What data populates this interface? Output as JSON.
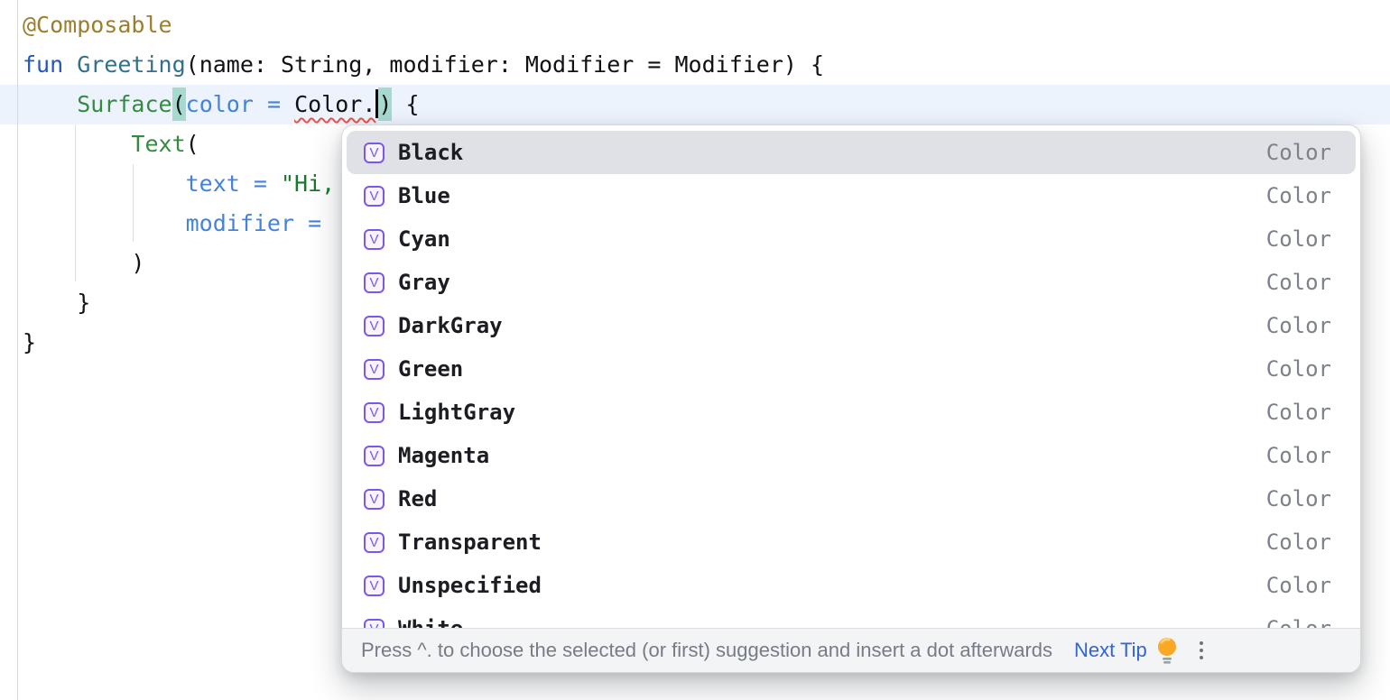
{
  "editor": {
    "current_line_index": 2,
    "lines": [
      {
        "segments": [
          {
            "text": "@Composable",
            "style": "annotation"
          }
        ]
      },
      {
        "segments": [
          {
            "text": "fun",
            "style": "keyword"
          },
          {
            "text": " ",
            "style": "plain"
          },
          {
            "text": "Greeting",
            "style": "declaration"
          },
          {
            "text": "(name: String, modifier: Modifier = Modifier) {",
            "style": "plain"
          }
        ]
      },
      {
        "segments": [
          {
            "text": "    ",
            "style": "plain"
          },
          {
            "text": "Surface",
            "style": "composable"
          },
          {
            "text": "(",
            "style": "paren-highlight"
          },
          {
            "text": "color = ",
            "style": "parameter"
          },
          {
            "text": "Color.",
            "style": "error"
          },
          {
            "text": "",
            "style": "caret"
          },
          {
            "text": ")",
            "style": "paren-highlight"
          },
          {
            "text": " {",
            "style": "plain"
          }
        ]
      },
      {
        "segments": [
          {
            "text": "        ",
            "style": "plain"
          },
          {
            "text": "Text",
            "style": "composable"
          },
          {
            "text": "(",
            "style": "plain"
          }
        ]
      },
      {
        "segments": [
          {
            "text": "            ",
            "style": "plain"
          },
          {
            "text": "text = ",
            "style": "parameter"
          },
          {
            "text": "\"Hi,",
            "style": "string"
          }
        ]
      },
      {
        "segments": [
          {
            "text": "            ",
            "style": "plain"
          },
          {
            "text": "modifier = ",
            "style": "parameter"
          }
        ]
      },
      {
        "segments": [
          {
            "text": "        )",
            "style": "plain"
          }
        ]
      },
      {
        "segments": [
          {
            "text": "    }",
            "style": "plain"
          }
        ]
      },
      {
        "segments": [
          {
            "text": "}",
            "style": "plain"
          }
        ]
      }
    ]
  },
  "completion_popup": {
    "icon_letter": "V",
    "icon_meaning": "variable-icon",
    "items": [
      {
        "label": "Black",
        "type": "Color",
        "selected": true
      },
      {
        "label": "Blue",
        "type": "Color",
        "selected": false
      },
      {
        "label": "Cyan",
        "type": "Color",
        "selected": false
      },
      {
        "label": "Gray",
        "type": "Color",
        "selected": false
      },
      {
        "label": "DarkGray",
        "type": "Color",
        "selected": false
      },
      {
        "label": "Green",
        "type": "Color",
        "selected": false
      },
      {
        "label": "LightGray",
        "type": "Color",
        "selected": false
      },
      {
        "label": "Magenta",
        "type": "Color",
        "selected": false
      },
      {
        "label": "Red",
        "type": "Color",
        "selected": false
      },
      {
        "label": "Transparent",
        "type": "Color",
        "selected": false
      },
      {
        "label": "Unspecified",
        "type": "Color",
        "selected": false
      },
      {
        "label": "White",
        "type": "Color",
        "selected": false
      }
    ],
    "footer": {
      "hint": "Press ^. to choose the selected (or first) suggestion and insert a dot afterwards",
      "link": "Next Tip",
      "bulb_icon": "lightbulb-icon",
      "menu_icon": "kebab-menu-icon"
    }
  },
  "colors": {
    "current_line": "#ECF3FC",
    "annotation": "#9C7E2E",
    "keyword": "#2257C4",
    "function_declaration": "#33708A",
    "composable_call": "#358A3F",
    "named_parameter": "#4583DB",
    "string": "#157A2B",
    "error_squiggle": "#E5534B",
    "paren_match_background": "#A6DACF",
    "selection_background": "#DFE1E6",
    "icon_purple": "#7C58E8",
    "link_blue": "#3464D0",
    "bulb_yellow": "#FAA827"
  }
}
